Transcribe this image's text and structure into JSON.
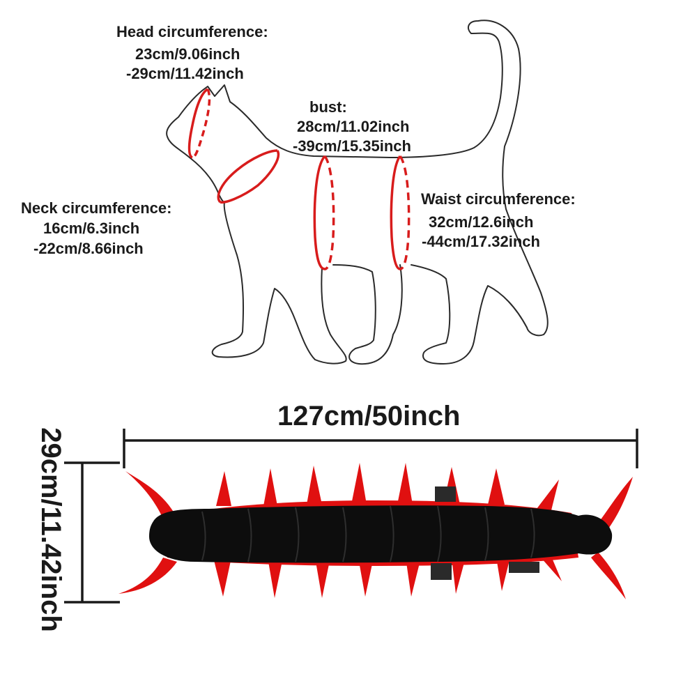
{
  "measurements": {
    "head": {
      "title": "Head circumference:",
      "line1": "23cm/9.06inch",
      "line2": "-29cm/11.42inch"
    },
    "bust": {
      "title": "bust:",
      "line1": "28cm/11.02inch",
      "line2": "-39cm/15.35inch"
    },
    "neck": {
      "title": "Neck circumference:",
      "line1": "16cm/6.3inch",
      "line2": "-22cm/8.66inch"
    },
    "waist": {
      "title": "Waist circumference:",
      "line1": "32cm/12.6inch",
      "line2": "-44cm/17.32inch"
    }
  },
  "product": {
    "length_label": "127cm/50inch",
    "height_label": "29cm/11.42inch"
  },
  "colors": {
    "outline": "#1a1a1a",
    "marker": "#d81c1c",
    "costume_body": "#0d0d0d",
    "costume_legs": "#e01010"
  }
}
